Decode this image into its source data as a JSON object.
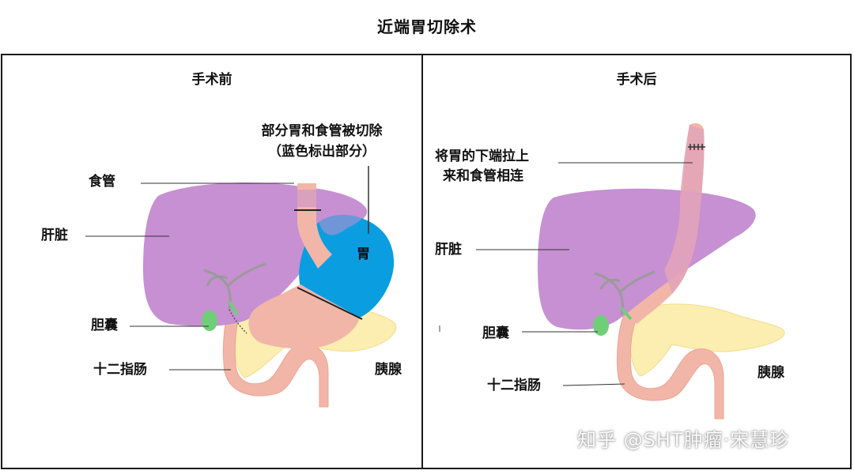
{
  "title": "近端胃切除术",
  "left_panel": {
    "title": "手术前",
    "labels": {
      "removed_line1": "部分胃和食管被切除",
      "removed_line2": "（蓝色标出部分）",
      "esophagus": "食管",
      "liver": "肝脏",
      "stomach": "胃",
      "gallbladder": "胆囊",
      "duodenum": "十二指肠",
      "pancreas": "胰腺"
    }
  },
  "right_panel": {
    "title": "手术后",
    "labels": {
      "connect_line1": "将胃的下端拉上",
      "connect_line2": "来和食管相连",
      "liver": "肝脏",
      "gallbladder": "胆囊",
      "duodenum": "十二指肠",
      "pancreas": "胰腺"
    }
  },
  "watermark": "知乎 @SHT肿瘤·宋慧珍",
  "colors": {
    "liver": "#c690d2",
    "stomach_removed": "#0a9ee0",
    "gut": "#f2b6a8",
    "pancreas": "#fbeeb0",
    "gallbladder": "#6fcf78"
  }
}
